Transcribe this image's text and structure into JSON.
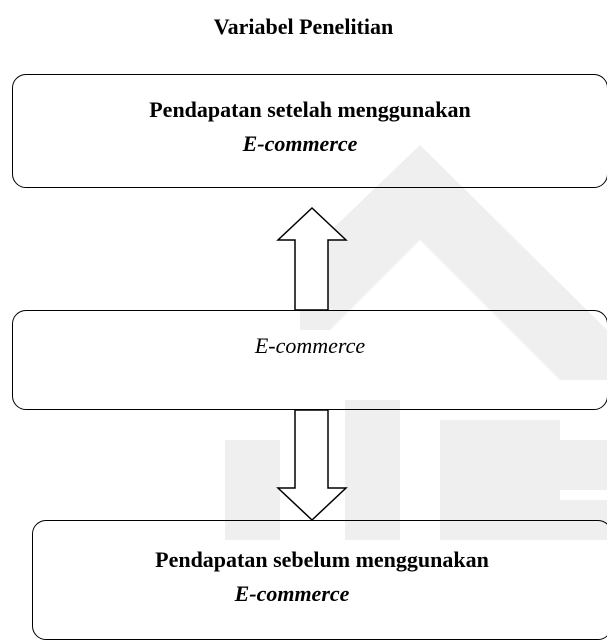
{
  "title": "Variabel Penelitian",
  "boxes": {
    "top": {
      "line1": "Pendapatan setelah menggunakan",
      "line2": "E-commerce"
    },
    "middle": {
      "line1": "E-commerce"
    },
    "bottom": {
      "line1": "Pendapatan sebelum menggunakan",
      "line2": "E-commerce"
    }
  },
  "watermark": {
    "color": "#efefef"
  }
}
